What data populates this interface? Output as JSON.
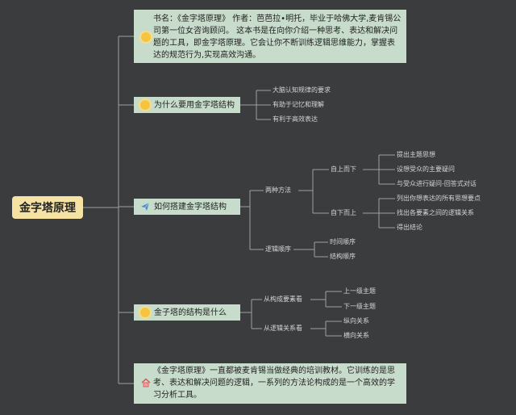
{
  "root": {
    "label": "金字塔原理"
  },
  "branches": {
    "intro": {
      "text": "书名：《金字塔原理》 作者：芭芭拉•明托，毕业于哈佛大学,麦肯锡公司第一位女咨询顾问。 这本书是在向你介绍一种思考、表达和解决问题的工具，即金字塔原理。它会让你不断训练逻辑思维能力，掌握表达的规范行为,实现高效沟通。",
      "icon": "sun-icon"
    },
    "why": {
      "label": "为什么要用金字塔结构",
      "icon": "sun-icon",
      "children": [
        "大脑认知规律的要求",
        "有助于记忆和理解",
        "有利于高效表达"
      ]
    },
    "how": {
      "label": "如何搭建金字塔结构",
      "icon": "paper-plane-icon",
      "methods": {
        "label": "两种方法",
        "top_down": {
          "label": "自上而下",
          "children": [
            "提出主题思想",
            "设想受众的主要疑问",
            "与受众进行疑问-回答式对话"
          ]
        },
        "bottom_up": {
          "label": "自下而上",
          "children": [
            "列出你想表达的所有思想要点",
            "找出各要素之间的逻辑关系",
            "得出结论"
          ]
        }
      },
      "order": {
        "label": "逻辑顺序",
        "children": [
          "时间顺序",
          "结构顺序"
        ]
      }
    },
    "structure": {
      "label": "金子塔的结构是什么",
      "icon": "sun-icon",
      "composition": {
        "label": "从构成要素看",
        "children": [
          "上一级主题",
          "下一级主题"
        ]
      },
      "logic": {
        "label": "从逻辑关系看",
        "children": [
          "纵向关系",
          "横向关系"
        ]
      }
    },
    "summary": {
      "text": "《金字塔原理》一直都被麦肯锡当做经典的培训教材。它训练的是思考、表达和解决问题的逻辑，一系列的方法论构成的是一个高效的学习分析工具。",
      "icon": "house-icon"
    }
  },
  "colors": {
    "background": "#3a3c3d",
    "root_fill": "#f6e3a3",
    "box_fill": "#c7dccb",
    "line": "#9aa39d",
    "sub_text": "#d5d7d6"
  }
}
